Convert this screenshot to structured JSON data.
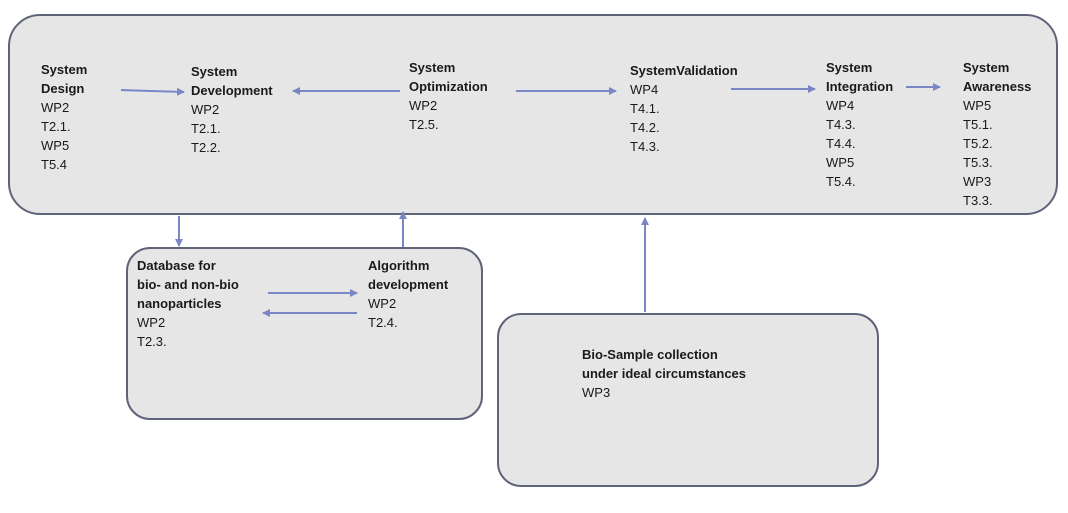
{
  "nodes": {
    "system_design": {
      "title": "System\nDesign",
      "items": "WP2\nT2.1.\nWP5\nT5.4"
    },
    "system_development": {
      "title": "System\nDevelopment",
      "items": "WP2\nT2.1.\nT2.2."
    },
    "system_optimization": {
      "title": "System\nOptimization",
      "items": "WP2\nT2.5."
    },
    "system_validation": {
      "title": "SystemValidation",
      "items": "WP4\nT4.1.\nT4.2.\nT4.3."
    },
    "system_integration": {
      "title": "System\nIntegration",
      "items": "WP4\nT4.3.\nT4.4.\nWP5\nT5.4."
    },
    "system_awareness": {
      "title": "System\nAwareness",
      "items": "WP5\nT5.1.\nT5.2.\nT5.3.\nWP3\nT3.3."
    },
    "database": {
      "title": "Database for\nbio- and non-bio\nnanoparticles",
      "items": "WP2\nT2.3."
    },
    "algorithm": {
      "title": "Algorithm\ndevelopment",
      "items": "WP2\nT2.4."
    },
    "bio_sample": {
      "title": "Bio-Sample collection\nunder ideal circumstances",
      "items": "WP3"
    }
  },
  "colors": {
    "box_fill": "#e6e6e6",
    "box_border": "#5f6478",
    "arrow": "#7b86c6",
    "text": "#1a1a1a"
  }
}
